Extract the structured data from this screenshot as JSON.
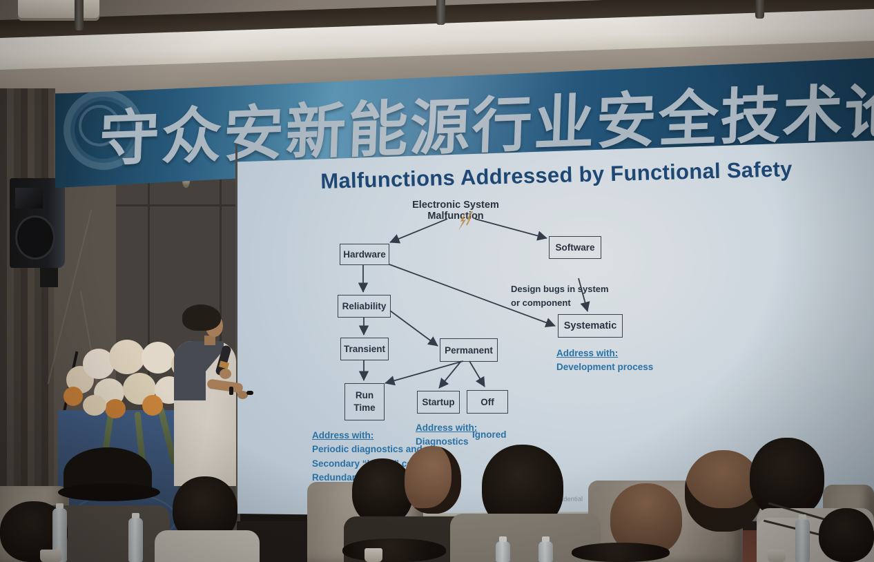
{
  "banner": {
    "title": "守众安新能源行业安全技术论坛"
  },
  "slide": {
    "title": "Malfunctions Addressed by Functional Safety",
    "root": "Electronic System Malfunction",
    "nodes": {
      "hardware": "Hardware",
      "software": "Software",
      "reliability": "Reliability",
      "systematic": "Systematic",
      "transient": "Transient",
      "permanent": "Permanent",
      "run_time": "Run\nTime",
      "startup": "Startup",
      "off": "Off"
    },
    "labels": {
      "design_bugs": "Design bugs in system\nor component",
      "address_with": "Address with:",
      "systematic_method": "Development process",
      "run_time_method": "Periodic diagnostics and\nSecondary “health” computation\nRedundancy",
      "startup_method": "Diagnostics",
      "off_method": "Ignored",
      "footer": "d Confidential"
    },
    "colors": {
      "title_navy": "#1f4d7c",
      "accent_teal": "#2b7ab2",
      "logo_red": "#d0342c",
      "arrow": "#37414f"
    }
  },
  "icons": {
    "lightning": "lightning-icon",
    "logo": "microchip-logo"
  }
}
